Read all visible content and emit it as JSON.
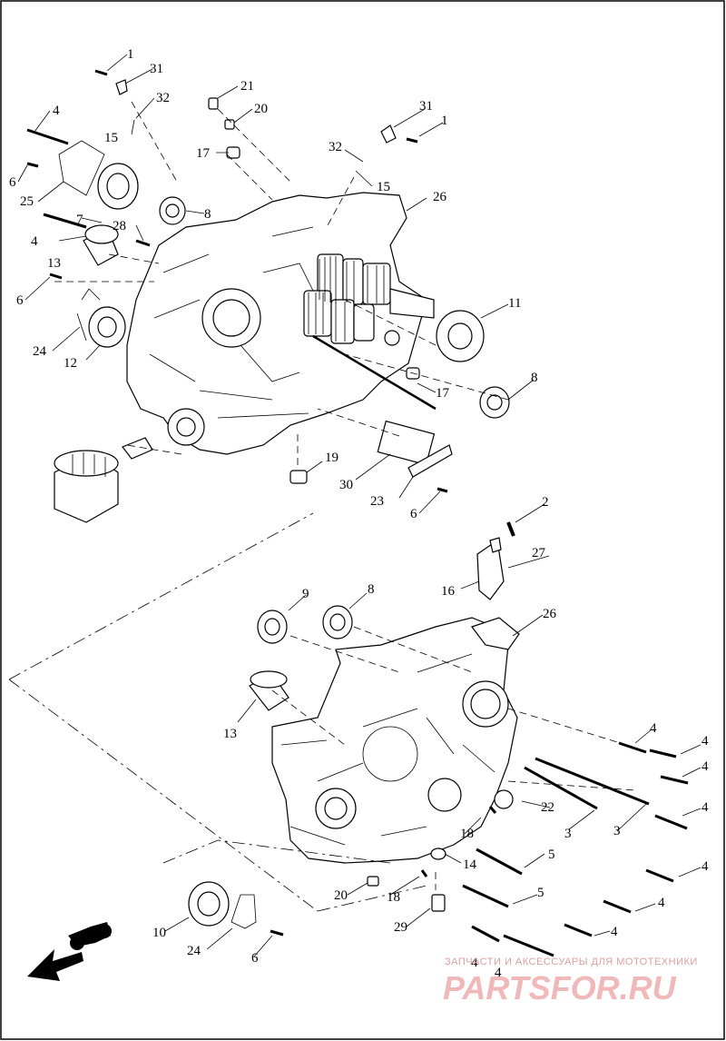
{
  "diagram": {
    "callouts": [
      {
        "id": "c1a",
        "text": "1"
      },
      {
        "id": "c31a",
        "text": "31"
      },
      {
        "id": "c32a",
        "text": "32"
      },
      {
        "id": "c15a",
        "text": "15"
      },
      {
        "id": "c4a",
        "text": "4"
      },
      {
        "id": "c6a",
        "text": "6"
      },
      {
        "id": "c25",
        "text": "25"
      },
      {
        "id": "c7",
        "text": "7"
      },
      {
        "id": "c28",
        "text": "28"
      },
      {
        "id": "c4b",
        "text": "4"
      },
      {
        "id": "c13a",
        "text": "13"
      },
      {
        "id": "c6b",
        "text": "6"
      },
      {
        "id": "c24a",
        "text": "24"
      },
      {
        "id": "c12",
        "text": "12"
      },
      {
        "id": "c21",
        "text": "21"
      },
      {
        "id": "c20a",
        "text": "20"
      },
      {
        "id": "c17a",
        "text": "17"
      },
      {
        "id": "c8a",
        "text": "8"
      },
      {
        "id": "c31b",
        "text": "31"
      },
      {
        "id": "c1b",
        "text": "1"
      },
      {
        "id": "c32b",
        "text": "32"
      },
      {
        "id": "c15b",
        "text": "15"
      },
      {
        "id": "c26a",
        "text": "26"
      },
      {
        "id": "c11",
        "text": "11"
      },
      {
        "id": "c8b",
        "text": "8"
      },
      {
        "id": "c17b",
        "text": "17"
      },
      {
        "id": "c19",
        "text": "19"
      },
      {
        "id": "c30",
        "text": "30"
      },
      {
        "id": "c23",
        "text": "23"
      },
      {
        "id": "c6c",
        "text": "6"
      },
      {
        "id": "c2",
        "text": "2"
      },
      {
        "id": "c27",
        "text": "27"
      },
      {
        "id": "c16",
        "text": "16"
      },
      {
        "id": "c9",
        "text": "9"
      },
      {
        "id": "c8c",
        "text": "8"
      },
      {
        "id": "c26b",
        "text": "26"
      },
      {
        "id": "c13b",
        "text": "13"
      },
      {
        "id": "c4c",
        "text": "4"
      },
      {
        "id": "c4d",
        "text": "4"
      },
      {
        "id": "c4e",
        "text": "4"
      },
      {
        "id": "c4f",
        "text": "4"
      },
      {
        "id": "c22",
        "text": "22"
      },
      {
        "id": "c3a",
        "text": "3"
      },
      {
        "id": "c3b",
        "text": "3"
      },
      {
        "id": "c18a",
        "text": "18"
      },
      {
        "id": "c14",
        "text": "14"
      },
      {
        "id": "c5a",
        "text": "5"
      },
      {
        "id": "c4g",
        "text": "4"
      },
      {
        "id": "c20b",
        "text": "20"
      },
      {
        "id": "c18b",
        "text": "18"
      },
      {
        "id": "c5b",
        "text": "5"
      },
      {
        "id": "c4h",
        "text": "4"
      },
      {
        "id": "c29",
        "text": "29"
      },
      {
        "id": "c4i",
        "text": "4"
      },
      {
        "id": "c10",
        "text": "10"
      },
      {
        "id": "c24b",
        "text": "24"
      },
      {
        "id": "c6d",
        "text": "6"
      },
      {
        "id": "c4j",
        "text": "4"
      },
      {
        "id": "c4k",
        "text": "4"
      }
    ],
    "watermark": {
      "line1": "ЗАПЧАСТИ И АКСЕССУАРЫ ДЛЯ МОТОТЕХНИКИ",
      "line2": "PARTSFOR.RU"
    },
    "colors": {
      "ink": "#000000",
      "watermark": "#f0b8b8",
      "background": "#ffffff"
    }
  }
}
